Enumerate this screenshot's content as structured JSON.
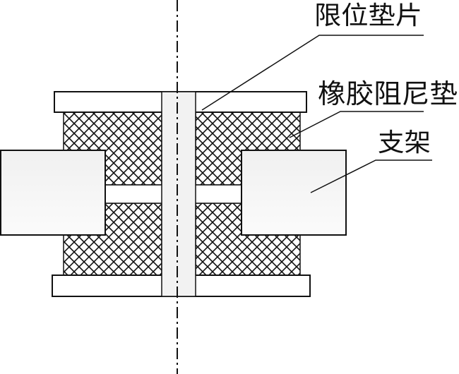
{
  "labels": {
    "limit_washer": "限位垫片",
    "rubber_damping_pad": "橡胶阻尼垫",
    "bracket": "支架"
  },
  "colors": {
    "line": "#111111",
    "part_fill": "#f4f4f4"
  }
}
